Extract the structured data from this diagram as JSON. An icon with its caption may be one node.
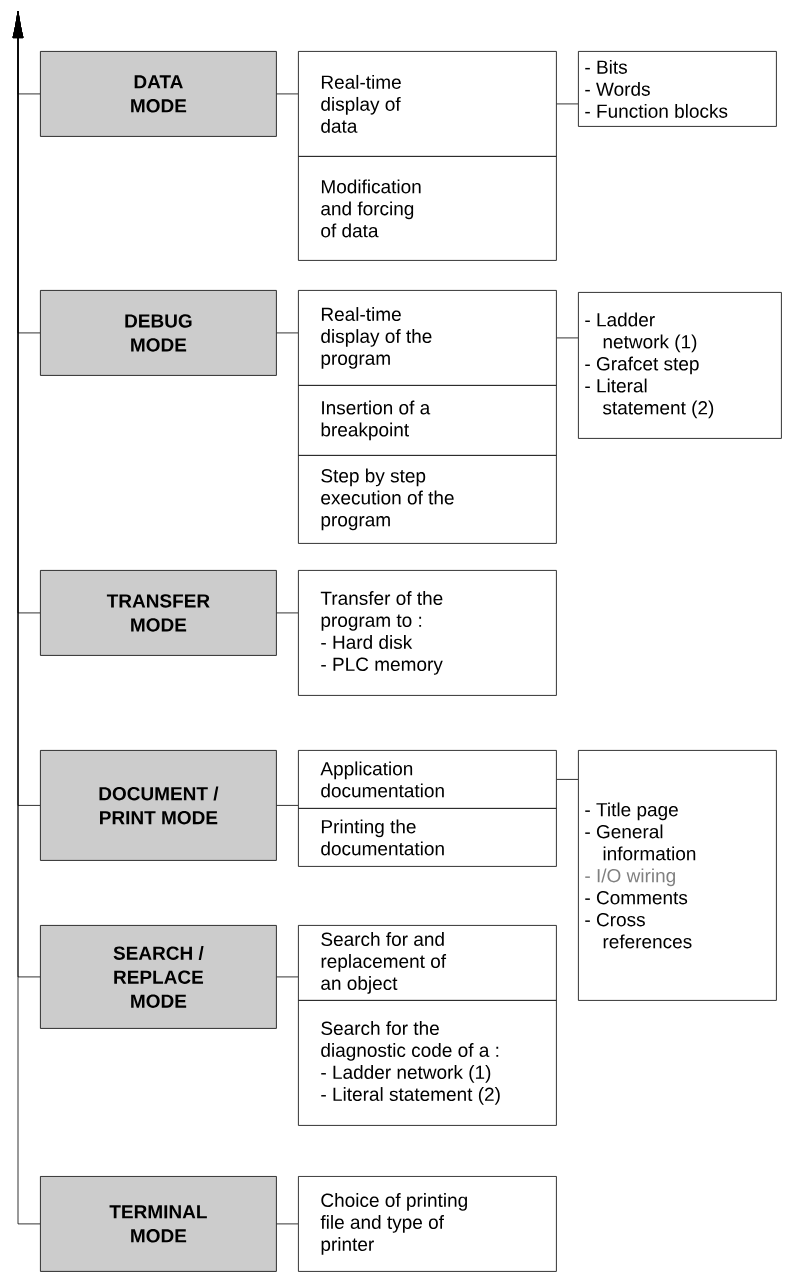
{
  "diagram": {
    "nodes": [
      {
        "text": [
          "DATA MODE"
        ]
      },
      {
        "text": [
          "Real-time display of data"
        ]
      },
      {
        "text": [
          "Modification and forcing of data"
        ]
      },
      {
        "text": [
          "- Bits",
          "- Words",
          "- Function blocks"
        ]
      },
      {
        "text": [
          "DEBUG MODE"
        ]
      },
      {
        "text": [
          "Real-time display of the program"
        ]
      },
      {
        "text": [
          "Insertion of a breakpoint"
        ]
      },
      {
        "text": [
          "Step by step execution of the program"
        ]
      },
      {
        "text": [
          "- Ladder network (1)",
          "- Grafcet step",
          "- Literal statement (2)"
        ]
      },
      {
        "text": [
          "TRANSFER MODE"
        ]
      },
      {
        "text": [
          "Transfer of the program to :",
          "- Hard disk",
          "- PLC memory"
        ]
      },
      {
        "text": [
          "DOCUMENT / PRINT MODE"
        ]
      },
      {
        "text": [
          "Application documentation"
        ]
      },
      {
        "text": [
          "Printing the documentation"
        ]
      },
      {
        "text": [
          "- Title page",
          "- General information",
          "- I/O wiring",
          "- Comments",
          "- Cross references"
        ]
      },
      {
        "text": [
          "SEARCH / REPLACE MODE"
        ]
      },
      {
        "text": [
          "Search for and replacement of an object"
        ]
      },
      {
        "text": [
          "Search for the diagnostic code of a :",
          "- Ladder network (1)",
          "- Literal statement (2)"
        ]
      },
      {
        "text": [
          "TERMINAL MODE"
        ]
      },
      {
        "text": [
          "Choice of printing file and type of printer"
        ]
      }
    ],
    "edges": [
      {
        "from": 0,
        "to": 1,
        "arrow": "none"
      },
      {
        "from": 1,
        "to": 3,
        "arrow": "none"
      },
      {
        "from": 4,
        "to": 5,
        "arrow": "none"
      },
      {
        "from": 5,
        "to": 8,
        "arrow": "none"
      },
      {
        "from": 9,
        "to": 10,
        "arrow": "none"
      },
      {
        "from": 11,
        "to": 12,
        "arrow": "none"
      },
      {
        "from": 12,
        "to": 14,
        "arrow": "none"
      },
      {
        "from": 15,
        "to": 16,
        "arrow": "none"
      },
      {
        "from": 18,
        "to": 19,
        "arrow": "none"
      },
      {
        "from": 0,
        "to": null,
        "arrow": "to"
      },
      {
        "from": 4,
        "to": null,
        "arrow": "to"
      },
      {
        "from": 9,
        "to": null,
        "arrow": "to"
      },
      {
        "from": 11,
        "to": null,
        "arrow": "to"
      },
      {
        "from": 15,
        "to": null,
        "arrow": "to"
      },
      {
        "from": 18,
        "to": null,
        "arrow": "to"
      }
    ]
  }
}
